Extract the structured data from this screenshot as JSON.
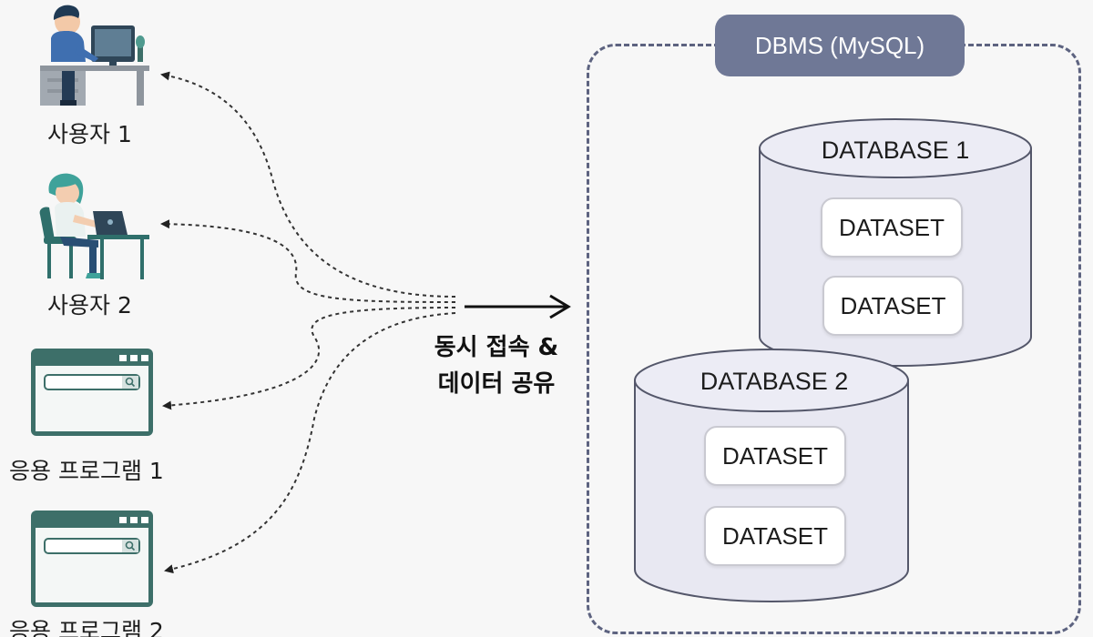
{
  "clients": [
    {
      "label": "사용자 1",
      "icon": "user-at-desktop-icon"
    },
    {
      "label": "사용자 2",
      "icon": "user-with-laptop-icon"
    },
    {
      "label": "응용 프로그램 1",
      "icon": "browser-window-icon"
    },
    {
      "label": "응용 프로그램 2",
      "icon": "browser-window-icon"
    }
  ],
  "connection": {
    "caption_line1": "동시 접속 &",
    "caption_line2": "데이터 공유"
  },
  "dbms": {
    "title": "DBMS (MySQL)",
    "databases": [
      {
        "name": "DATABASE 1",
        "datasets": [
          "DATASET",
          "DATASET"
        ]
      },
      {
        "name": "DATABASE 2",
        "datasets": [
          "DATASET",
          "DATASET"
        ]
      }
    ]
  },
  "colors": {
    "dbms_badge": "#6f7896",
    "dbms_border": "#5d6380",
    "cylinder_fill": "#e8e8f2",
    "cylinder_stroke": "#54576a",
    "app_window": "#3d6f69",
    "window_frame_fill": "#f4f7f6"
  }
}
